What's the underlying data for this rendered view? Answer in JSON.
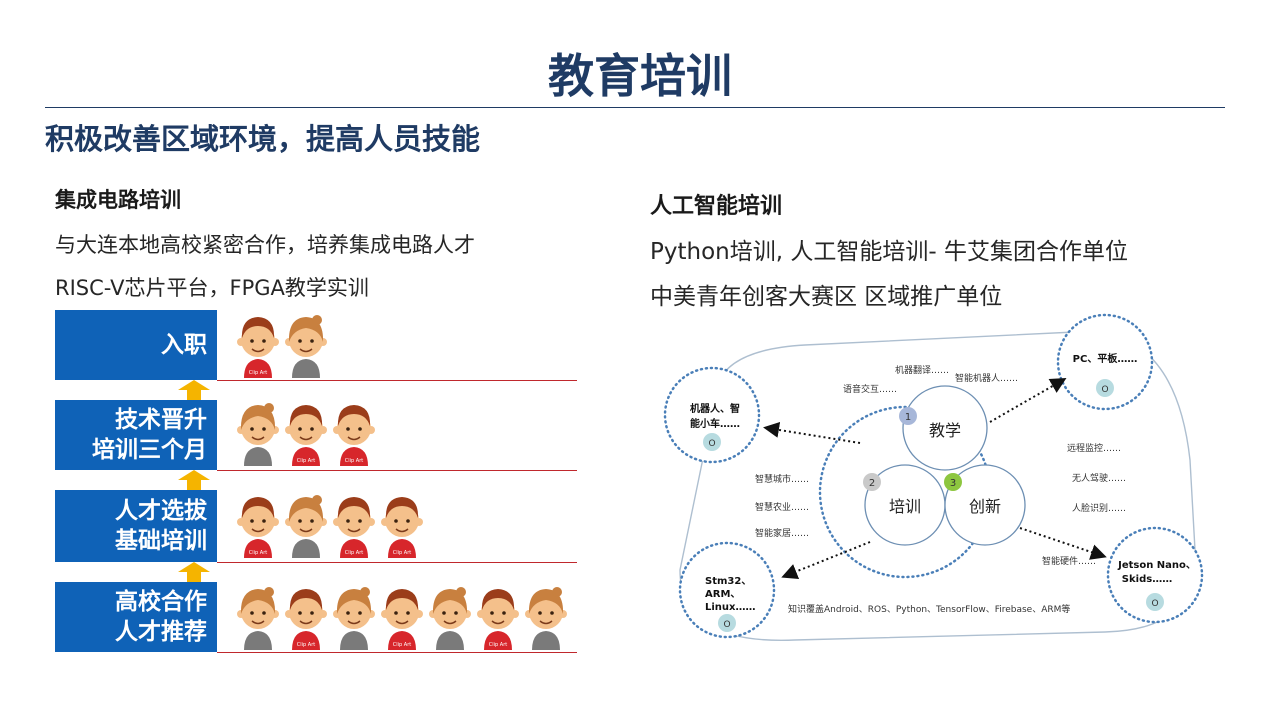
{
  "title": "教育培训",
  "subtitle": "积极改善区域环境，提高人员技能",
  "ic_section": {
    "heading": "集成电路培训",
    "lines": [
      "与大连本地高校紧密合作，培养集成电路人才",
      "RISC-V芯片平台，FPGA教学实训"
    ]
  },
  "ai_section": {
    "heading": "人工智能培训",
    "lines": [
      "Python培训, 人工智能培训- 牛艾集团合作单位",
      "中美青年创客大赛区 区域推广单位"
    ]
  },
  "stages": [
    {
      "lines": [
        "入职"
      ],
      "people": [
        "boy",
        "girl"
      ]
    },
    {
      "lines": [
        "技术晋升",
        "培训三个月"
      ],
      "people": [
        "girl",
        "boy",
        "boy"
      ]
    },
    {
      "lines": [
        "人才选拔",
        "基础培训"
      ],
      "people": [
        "boy",
        "girl",
        "boy",
        "boy"
      ]
    },
    {
      "lines": [
        "高校合作",
        "人才推荐"
      ],
      "people": [
        "girl",
        "boy",
        "girl",
        "boy",
        "girl",
        "boy",
        "girl"
      ]
    }
  ],
  "clipart_label": "Clip Art",
  "colors": {
    "title": "#1f3b64",
    "stage_box": "#0f62b7",
    "stage_line": "#c0282d",
    "arrow": "#f5b400",
    "dot_border": "#4a7fb8"
  },
  "diagram": {
    "core": {
      "teach": {
        "num": "1",
        "label": "教学"
      },
      "train": {
        "num": "2",
        "label": "培训"
      },
      "innovate": {
        "num": "3",
        "label": "创新"
      }
    },
    "nodes": {
      "top_right": {
        "lines": [
          "PC、平板……"
        ],
        "badge": "O"
      },
      "left": {
        "lines": [
          "机器人、智",
          "能小车……"
        ],
        "badge": "O"
      },
      "bottom_left": {
        "lines": [
          "Stm32、",
          "ARM、",
          "Linux……"
        ],
        "badge": "O"
      },
      "bottom_right": {
        "lines": [
          "Jetson Nano、",
          "Skids……"
        ],
        "badge": "O"
      }
    },
    "labels": {
      "machine_translation": "机器翻译……",
      "voice": "语音交互……",
      "smart_robot": "智能机器人……",
      "remote_monitor": "远程监控……",
      "autonomous": "无人驾驶……",
      "face_recog": "人脸识别……",
      "smart_city": "智慧城市……",
      "smart_agri": "智慧农业……",
      "smart_home": "智能家居……",
      "smart_hw": "智能硬件……",
      "knowledge": "知识覆盖Android、ROS、Python、TensorFlow、Firebase、ARM等"
    }
  }
}
